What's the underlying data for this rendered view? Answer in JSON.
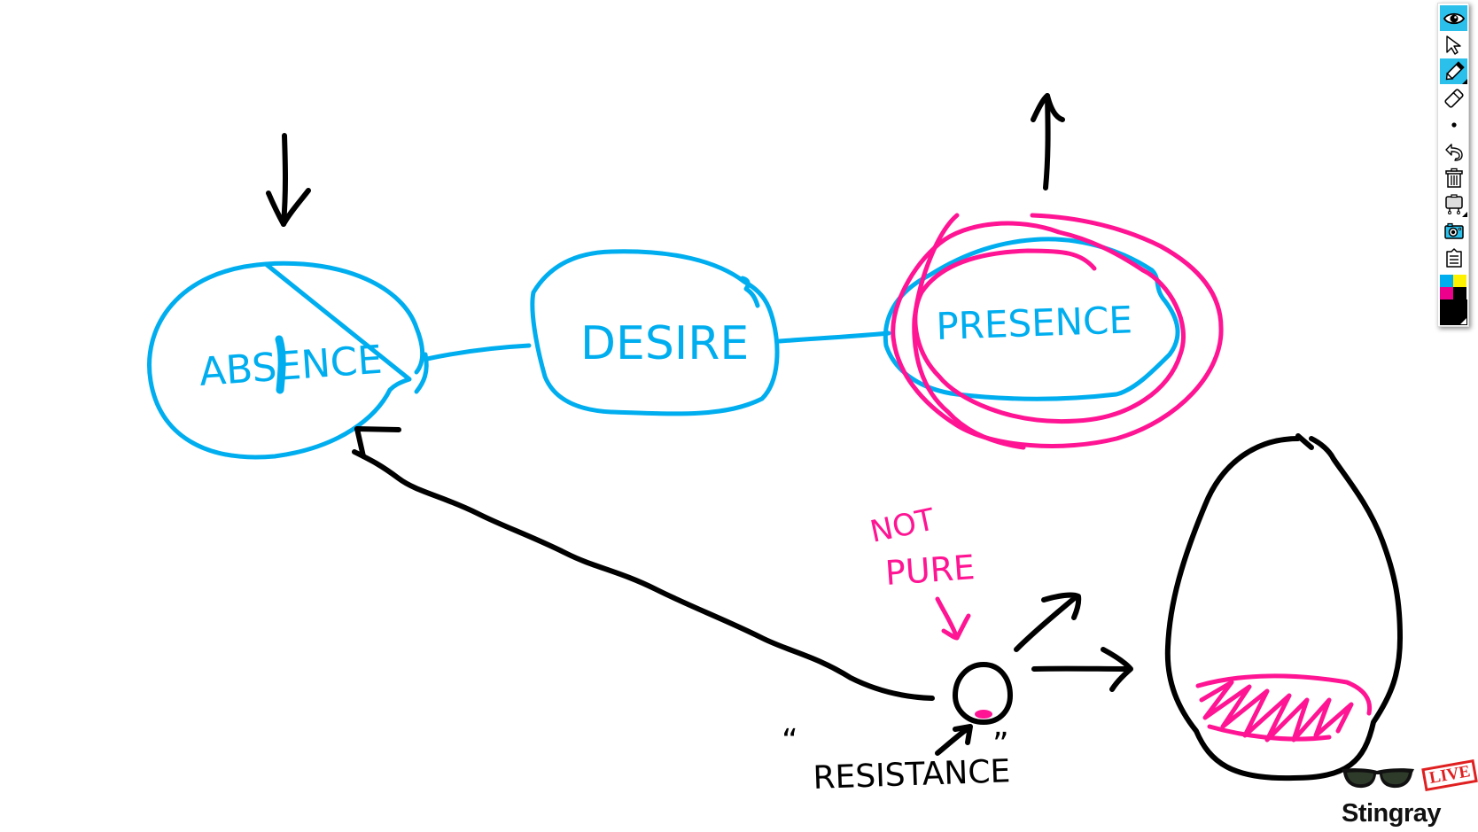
{
  "app": {
    "title": "Stingray Live whiteboard"
  },
  "whiteboard": {
    "stroke_colors": {
      "blue": "#00AEEF",
      "pink": "#FF1493",
      "black": "#000000"
    },
    "labels": {
      "absence": "ABSENCE",
      "desire": "DESIRE",
      "presence": "PRESENCE",
      "not_pure_line1": "NOT",
      "not_pure_line2": "PURE",
      "resistance": "RESISTANCE",
      "open_quote": "“",
      "close_quote": "”"
    }
  },
  "toolbar": {
    "highlight_color": "#2BC0EB",
    "tools": [
      {
        "name": "view",
        "icon": "eye-icon",
        "active": true
      },
      {
        "name": "select",
        "icon": "pointer-arrow-icon",
        "active": false
      },
      {
        "name": "pen",
        "icon": "pencil-icon",
        "active": true
      },
      {
        "name": "eraser",
        "icon": "eraser-icon",
        "active": false
      },
      {
        "name": "brush-size",
        "icon": "dot-icon",
        "active": false
      },
      {
        "name": "undo",
        "icon": "undo-icon",
        "active": false
      },
      {
        "name": "clear",
        "icon": "trash-icon",
        "active": false
      },
      {
        "name": "board",
        "icon": "easel-icon",
        "active": false
      },
      {
        "name": "snapshot",
        "icon": "camera-icon",
        "active": false
      },
      {
        "name": "clipboard",
        "icon": "clipboard-icon",
        "active": false
      }
    ],
    "palette": {
      "colors": [
        "#00AEEF",
        "#FFF200",
        "#EC008C",
        "#000000"
      ],
      "selected": "#000000"
    }
  },
  "branding": {
    "name": "Stingray",
    "badge": "LIVE",
    "badge_color": "#E02020",
    "icon": "sunglasses-icon"
  }
}
